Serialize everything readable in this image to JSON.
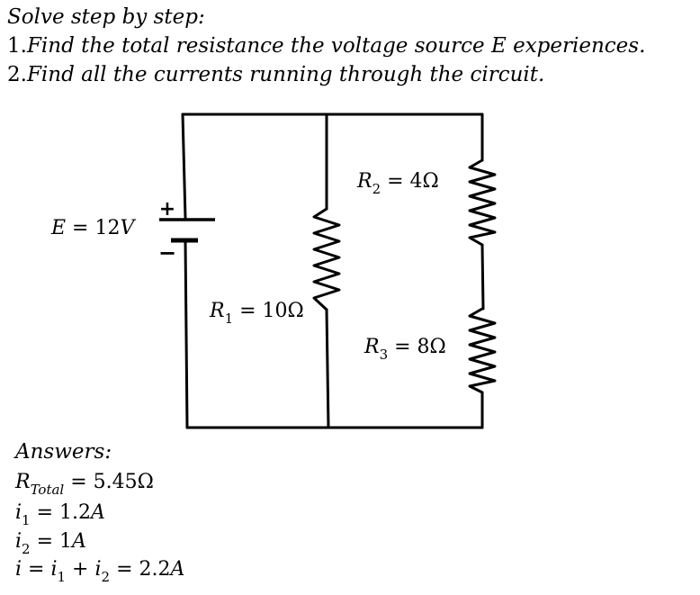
{
  "problem": {
    "heading": "Solve step by step:",
    "q1_num": "1.",
    "q1": "Find the total resistance the voltage source E experiences.",
    "q2_num": "2.",
    "q2": "Find all the currents running through the circuit."
  },
  "circuit": {
    "source": {
      "symbol": "E",
      "eq": " = 12",
      "unit": "V",
      "plus": "+",
      "minus": "−"
    },
    "r1": {
      "symbol": "R",
      "sub": "1",
      "eq": " = 10Ω"
    },
    "r2": {
      "symbol": "R",
      "sub": "2",
      "eq": " = 4Ω"
    },
    "r3": {
      "symbol": "R",
      "sub": "3",
      "eq": " = 8Ω"
    }
  },
  "answers": {
    "heading": "Answers:",
    "rtotal": {
      "symbol": "R",
      "sub": "Total",
      "eq": " = 5.45Ω"
    },
    "i1": {
      "symbol": "i",
      "sub": "1",
      "eq": " = 1.2",
      "unit": "A"
    },
    "i2": {
      "symbol": "i",
      "sub": "2",
      "eq": " = 1",
      "unit": "A"
    },
    "itotal": {
      "symbol": "i",
      "eq1": " = ",
      "a": "i",
      "a_sub": "1",
      "plus": " + ",
      "b": "i",
      "b_sub": "2",
      "eq2": " = 2.2",
      "unit": "A"
    }
  }
}
